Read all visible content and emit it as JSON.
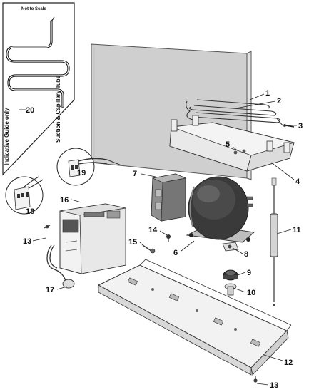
{
  "inset": {
    "scale_note": "Not to Scale",
    "tube_label": "Suction & Capillary Tube",
    "guide_note": "Indicative Guide only",
    "part_number": "20"
  },
  "callouts": [
    {
      "id": "1",
      "label": "1"
    },
    {
      "id": "2",
      "label": "2"
    },
    {
      "id": "3",
      "label": "3"
    },
    {
      "id": "4",
      "label": "4"
    },
    {
      "id": "5",
      "label": "5"
    },
    {
      "id": "6",
      "label": "6"
    },
    {
      "id": "7",
      "label": "7"
    },
    {
      "id": "8",
      "label": "8"
    },
    {
      "id": "9",
      "label": "9"
    },
    {
      "id": "10",
      "label": "10"
    },
    {
      "id": "11",
      "label": "11"
    },
    {
      "id": "12",
      "label": "12"
    },
    {
      "id": "13a",
      "label": "13"
    },
    {
      "id": "13b",
      "label": "13"
    },
    {
      "id": "14",
      "label": "14"
    },
    {
      "id": "15",
      "label": "15"
    },
    {
      "id": "16",
      "label": "16"
    },
    {
      "id": "17",
      "label": "17"
    },
    {
      "id": "18",
      "label": "18"
    },
    {
      "id": "19",
      "label": "19"
    }
  ]
}
